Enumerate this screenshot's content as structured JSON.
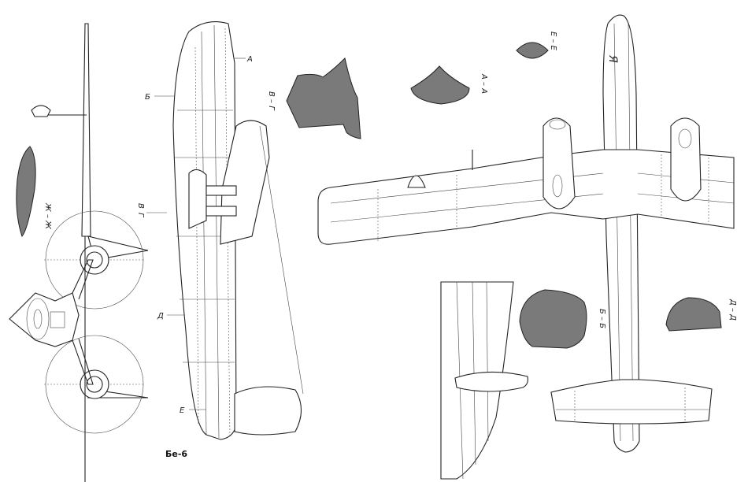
{
  "title": "Бе-6",
  "side_view_labels": {
    "a": "А",
    "b": "Б",
    "v_g": "В – Г",
    "v": "В",
    "g": "Г",
    "d": "Д",
    "e": "Е"
  },
  "sections": {
    "zh_zh": "Ж – Ж",
    "e_e": "Е – Е",
    "a_a": "А – А",
    "b_b": "Б – Б",
    "d_d": "Д – Д"
  },
  "hull_marking": "Я",
  "colors": {
    "section_fill": "#7a7a7a",
    "line": "#222222",
    "paper": "#ffffff"
  }
}
